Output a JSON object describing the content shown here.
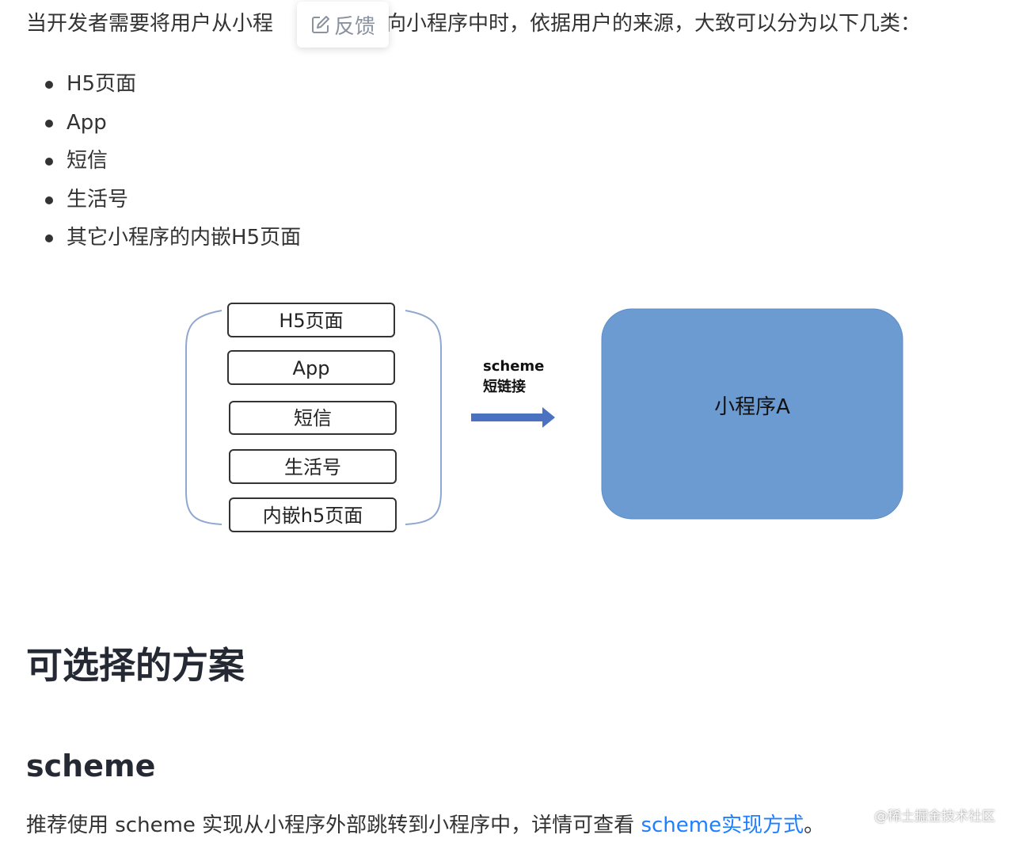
{
  "intro": {
    "before": "当开发者需要将用户从小程",
    "after": "转向小程序中时，依据用户的来源，大致可以分为以下几类："
  },
  "feedback": {
    "label": "反馈",
    "icon": "edit-icon"
  },
  "sources_list": [
    "H5页面",
    "App",
    "短信",
    "生活号",
    "其它小程序的内嵌H5页面"
  ],
  "diagram": {
    "sources": [
      "H5页面",
      "App",
      "短信",
      "生活号",
      "内嵌h5页面"
    ],
    "arrow_label_line1": "scheme",
    "arrow_label_line2": "短链接",
    "target": "小程序A",
    "colors": {
      "target_fill": "#6b9bd1",
      "arrow": "#4a72c0",
      "brace": "#8fa8d0"
    }
  },
  "section_title": "可选择的方案",
  "subsection_title": "scheme",
  "paragraph": {
    "text": "推荐使用 scheme 实现从小程序外部跳转到小程序中，详情可查看 ",
    "link": "scheme实现方式",
    "end": "。"
  },
  "watermark": "@稀土掘金技术社区"
}
